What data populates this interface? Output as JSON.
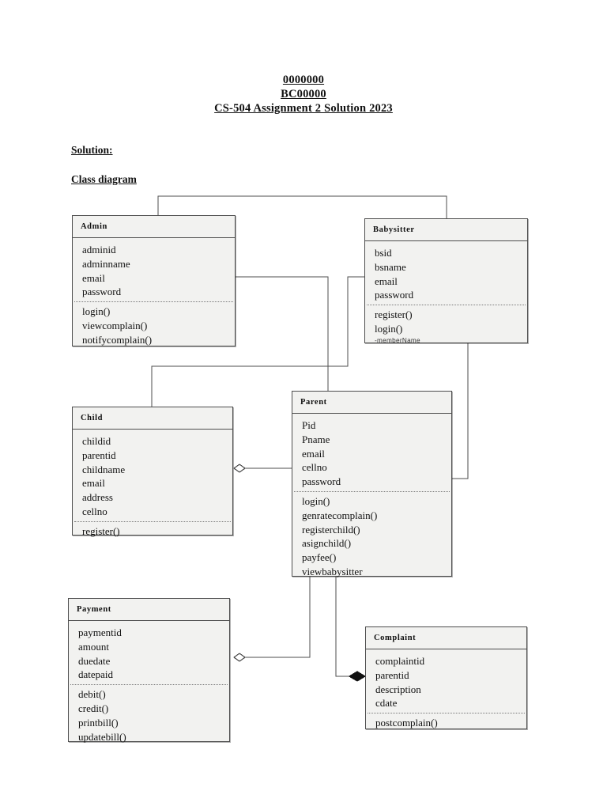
{
  "document": {
    "header_lines": [
      "0000000",
      "BC00000",
      "CS-504 Assignment 2 Solution 2023"
    ],
    "solution_heading": "Solution:",
    "diagram_heading": "Class diagram"
  },
  "diagram": {
    "type": "uml-class-diagram",
    "classes": [
      {
        "id": "admin",
        "name": "Admin",
        "attributes": [
          "adminid",
          "adminname",
          "email",
          "password"
        ],
        "operations": [
          "login()",
          "viewcomplain()",
          "notifycomplain()"
        ],
        "note": ""
      },
      {
        "id": "babysitter",
        "name": "Babysitter",
        "attributes": [
          "bsid",
          "bsname",
          "email",
          "password"
        ],
        "operations": [
          "register()",
          "login()"
        ],
        "note": "-memberName"
      },
      {
        "id": "child",
        "name": "Child",
        "attributes": [
          "childid",
          "parentid",
          "childname",
          "email",
          "address",
          "cellno"
        ],
        "operations": [
          "register()"
        ],
        "note": ""
      },
      {
        "id": "parent",
        "name": "Parent",
        "attributes": [
          "Pid",
          "Pname",
          "email",
          "cellno",
          "password"
        ],
        "operations": [
          "login()",
          "genratecomplain()",
          "registerchild()",
          "asignchild()",
          "payfee()",
          "viewbabysitter"
        ],
        "note": ""
      },
      {
        "id": "payment",
        "name": "Payment",
        "attributes": [
          "paymentid",
          "amount",
          "duedate",
          "datepaid"
        ],
        "operations": [
          "debit()",
          "credit()",
          "printbill()",
          "updatebill()"
        ],
        "note": ""
      },
      {
        "id": "complaint",
        "name": "Complaint",
        "attributes": [
          "complaintid",
          "parentid",
          "description",
          "cdate"
        ],
        "operations": [
          "postcomplain()"
        ],
        "note": ""
      }
    ],
    "relationships": [
      {
        "from": "admin",
        "to": "babysitter",
        "kind": "association"
      },
      {
        "from": "admin",
        "to": "parent",
        "kind": "association"
      },
      {
        "from": "admin",
        "to": "child",
        "kind": "association"
      },
      {
        "from": "babysitter",
        "to": "parent",
        "kind": "association"
      },
      {
        "from": "child",
        "to": "parent",
        "kind": "aggregation",
        "marker": "open-diamond"
      },
      {
        "from": "payment",
        "to": "parent",
        "kind": "aggregation",
        "marker": "open-diamond"
      },
      {
        "from": "parent",
        "to": "complaint",
        "kind": "composition",
        "marker": "filled-diamond"
      }
    ],
    "colors": {
      "box_fill": "#f2f2f0",
      "box_border": "#4d4d4d",
      "line": "#4d4d4d",
      "text": "#111111"
    }
  }
}
